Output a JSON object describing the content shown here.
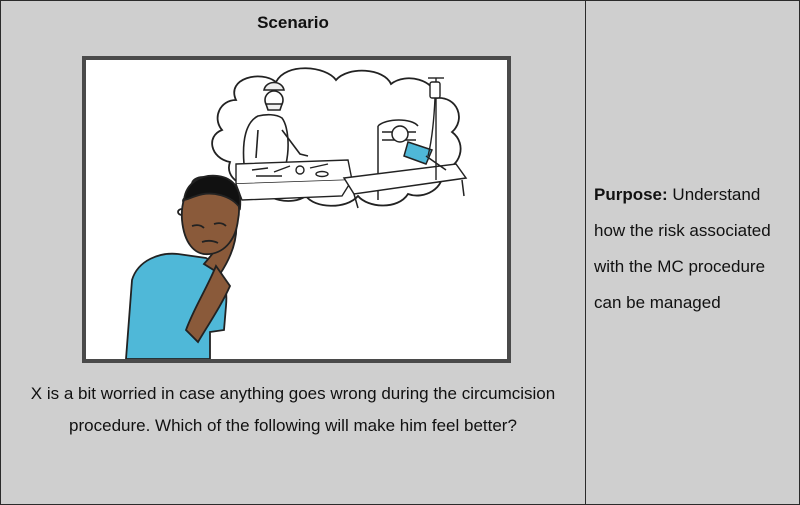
{
  "scenario": {
    "title": "Scenario",
    "text": "X is a bit worried in case anything goes wrong during the circumcision procedure. Which of the following will make him feel better?"
  },
  "purpose": {
    "label": "Purpose:",
    "text": " Understand how the risk associated with the MC procedure can be managed"
  },
  "colors": {
    "background": "#cfcfcf",
    "frame_border": "#4a4a4a",
    "shirt_blue": "#4fb8d8"
  },
  "illustration": {
    "icons": [
      "worried-boy-icon",
      "thought-bubble-icon",
      "surgeon-icon",
      "hospital-bed-icon",
      "iv-drip-icon",
      "surgical-tools-icon"
    ]
  }
}
